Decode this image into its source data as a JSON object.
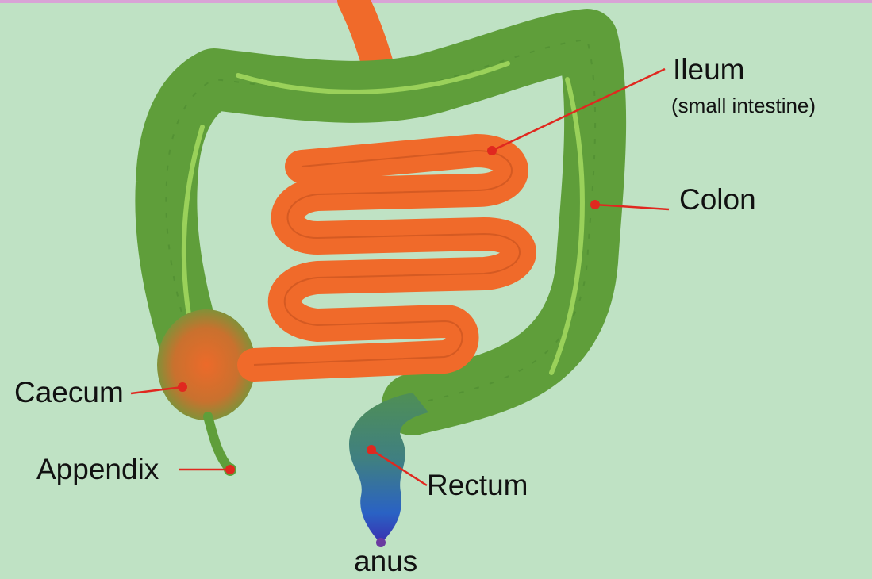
{
  "colors": {
    "background": "#bfe2c4",
    "colon_green": "#5f9e3a",
    "colon_stripe": "#9ad15a",
    "small_intestine_orange": "#f06a2a",
    "rectum_blue": "#2b6fd0",
    "anus_purple": "#6a3aa0",
    "leader_line_red": "#e0281f"
  },
  "labels": {
    "ileum": "Ileum",
    "ileum_sub": "(small intestine)",
    "colon": "Colon",
    "caecum": "Caecum",
    "appendix": "Appendix",
    "rectum": "Rectum",
    "anus": "anus"
  }
}
